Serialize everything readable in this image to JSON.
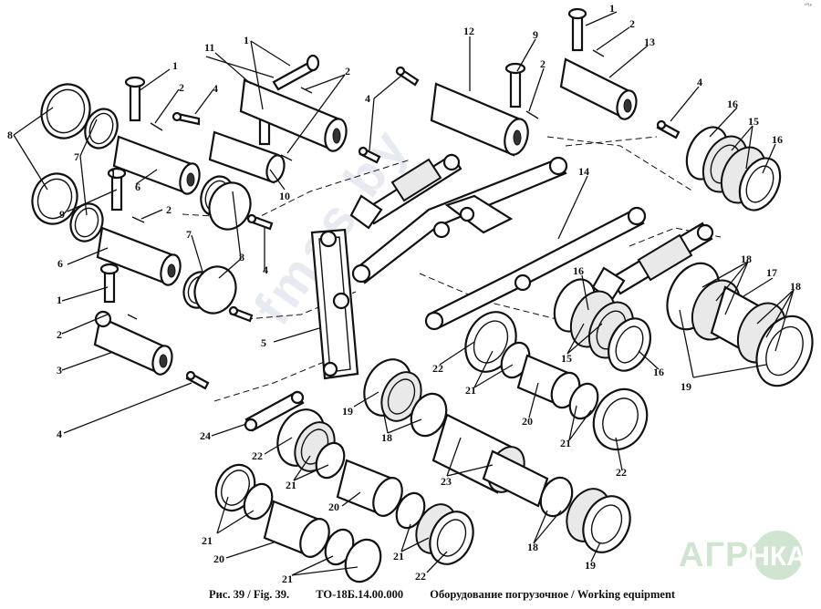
{
  "caption": {
    "figure": "Рис. 39 / Fig. 39.",
    "code": "ТО-18Б.14.00.000",
    "title": "Оборудование погрузочное / Working equipment"
  },
  "logo": {
    "left": "АГРО",
    "right": "НКА",
    "color": "#cfe5cf"
  },
  "watermark": "fmas.by",
  "corner_mark": "º'¹ᵉ",
  "callouts": [
    "1",
    "2",
    "3",
    "4",
    "5",
    "6",
    "7",
    "8",
    "9",
    "10",
    "11",
    "12",
    "13",
    "14",
    "15",
    "16",
    "17",
    "18",
    "19",
    "20",
    "21",
    "22",
    "23",
    "24"
  ]
}
